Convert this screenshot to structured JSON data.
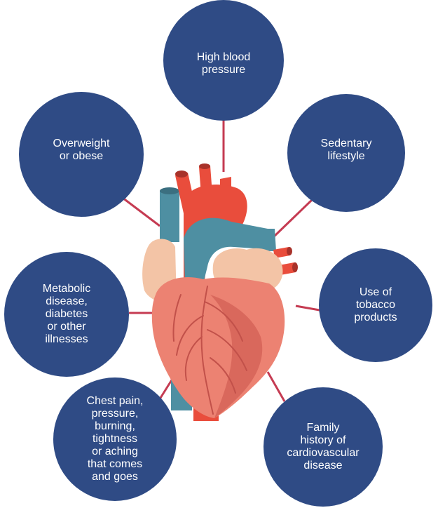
{
  "colors": {
    "circle": "#2f4b85",
    "connector": "#c53b52",
    "heart_main": "#ec8272",
    "heart_shadow": "#d9685c",
    "heart_veins": "#c2514a",
    "aorta": "#e94d3c",
    "vessels_blue": "#4e8fa2",
    "atria": "#f3c4a6"
  },
  "factors": {
    "high_blood_pressure": "High blood\npressure",
    "overweight": "Overweight\nor obese",
    "sedentary": "Sedentary\nlifestyle",
    "metabolic": "Metabolic\ndisease,\ndiabetes\nor other\nillnesses",
    "tobacco": "Use of\ntobacco\nproducts",
    "chest_pain": "Chest pain,\npressure,\nburning,\ntightness\nor aching\nthat comes\nand goes",
    "family_history": "Family\nhistory of\ncardiovascular\ndisease"
  }
}
